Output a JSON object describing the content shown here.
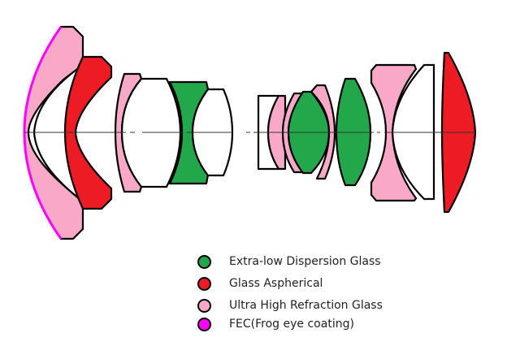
{
  "diagram": {
    "title": "Lens construction diagram",
    "colors": {
      "ed": "#22a84a",
      "aspherical": "#ed1c24",
      "uhr": "#f9a8c8",
      "fec": "#ff00ff",
      "plain": "#ffffff",
      "outline": "#000000",
      "axis": "#333333"
    },
    "elements": [
      {
        "id": 1,
        "type": "uhr",
        "coating": "fec"
      },
      {
        "id": 2,
        "type": "aspherical"
      },
      {
        "id": 3,
        "type": "uhr"
      },
      {
        "id": 4,
        "type": "plain"
      },
      {
        "id": 5,
        "type": "ed"
      },
      {
        "id": 6,
        "type": "plain"
      },
      {
        "id": 7,
        "type": "plain"
      },
      {
        "id": 8,
        "type": "uhr"
      },
      {
        "id": 9,
        "type": "uhr"
      },
      {
        "id": 10,
        "type": "ed"
      },
      {
        "id": 11,
        "type": "uhr"
      },
      {
        "id": 12,
        "type": "ed"
      },
      {
        "id": 13,
        "type": "uhr"
      },
      {
        "id": 14,
        "type": "plain"
      },
      {
        "id": 15,
        "type": "aspherical"
      }
    ]
  },
  "legend": [
    {
      "key": "ed",
      "label": "Extra-low Dispersion Glass",
      "color": "#22a84a"
    },
    {
      "key": "aspherical",
      "label": "Glass Aspherical",
      "color": "#ed1c24"
    },
    {
      "key": "uhr",
      "label": "Ultra High Refraction Glass",
      "color": "#f9a8c8"
    },
    {
      "key": "fec",
      "label": "FEC(Frog eye coating)",
      "color": "#ff00ff"
    }
  ]
}
